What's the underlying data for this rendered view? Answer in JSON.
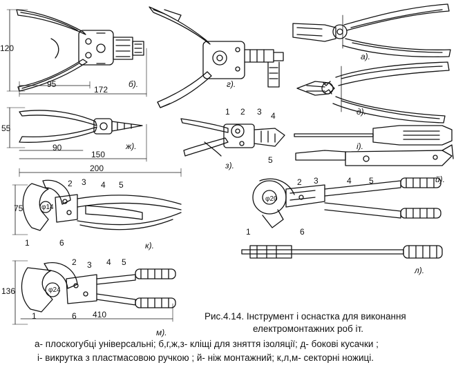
{
  "figure": {
    "caption_line1": "Рис.4.14. Інструмент і оснастка  для виконання",
    "caption_line2": "електромонтажних роб іт.",
    "legend_line1": "а- плоскогубці універсальні; б,г,ж,з- кліщі для зняття ізоляції; д- бокові кусачки ;",
    "legend_line2": "і- викрутка з пластмасовою ручкою   ; й- ніж монтажний; к,л,м- секторні ножиці."
  },
  "panel_labels": {
    "a": "а).",
    "b": "б).",
    "g": "г).",
    "d": "д).",
    "zh": "ж).",
    "z": "з).",
    "i": "і).",
    "y": "й).",
    "k": "к).",
    "l": "л).",
    "m": "м)."
  },
  "dimensions": {
    "b_height": "120",
    "b_inner": "95",
    "b_length": "172",
    "zh_height": "55",
    "zh_inner": "90",
    "zh_length": "150",
    "k_length": "200",
    "k_height": "75",
    "m_height": "136",
    "m_length": "410"
  },
  "part_numbers": {
    "n1": "1",
    "n2": "2",
    "n3": "3",
    "n4": "4",
    "n5": "5",
    "n6": "6"
  },
  "diameters": {
    "k": "φ14",
    "l": "φ20",
    "m": "φ24"
  }
}
